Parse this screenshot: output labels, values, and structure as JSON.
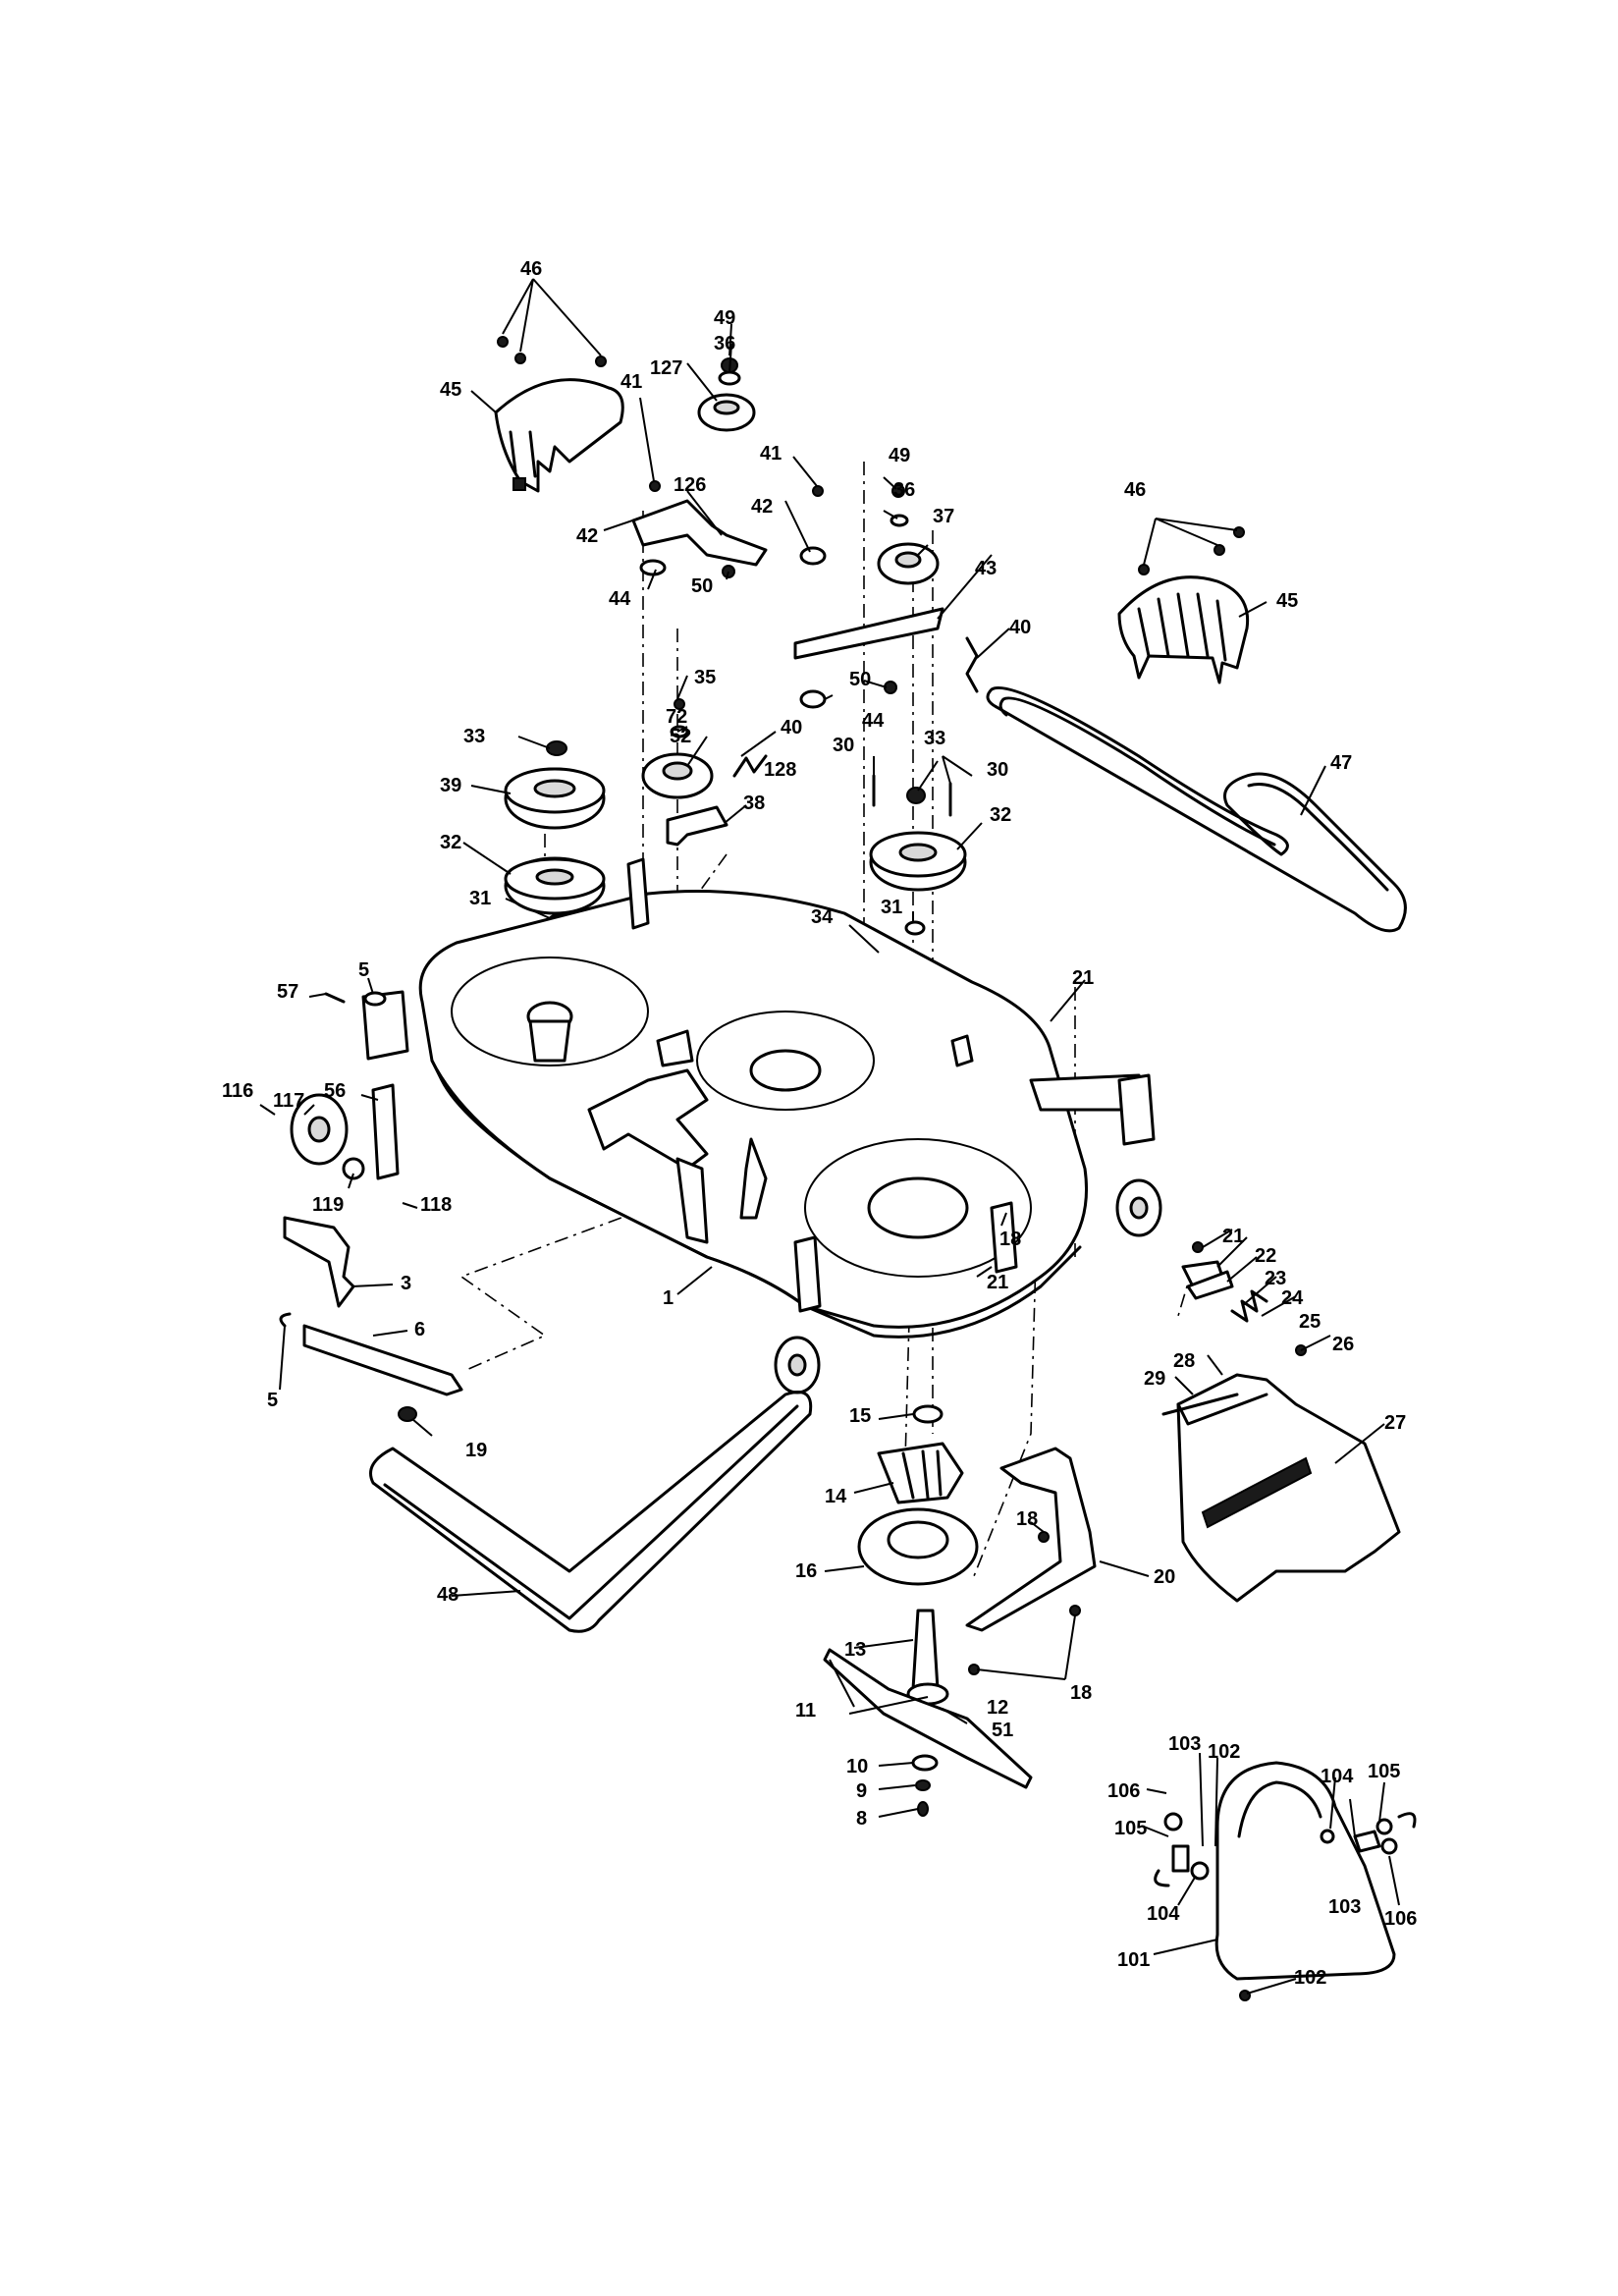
{
  "diagram": {
    "labels": {
      "l1": "1",
      "l3": "3",
      "l5a": "5",
      "l5b": "5",
      "l6": "6",
      "l8": "8",
      "l9": "9",
      "l10": "10",
      "l11": "11",
      "l12": "12",
      "l13": "13",
      "l14": "14",
      "l15": "15",
      "l16": "16",
      "l18a": "18",
      "l18b": "18",
      "l18c": "18",
      "l19": "19",
      "l20": "20",
      "l21a": "21",
      "l21b": "21",
      "l21c": "21",
      "l22": "22",
      "l23": "23",
      "l24": "24",
      "l25": "25",
      "l26": "26",
      "l27": "27",
      "l28": "28",
      "l29": "29",
      "l30a": "30",
      "l30b": "30",
      "l31a": "31",
      "l31b": "31",
      "l32a": "32",
      "l32b": "32",
      "l33a": "33",
      "l33b": "33",
      "l34": "34",
      "l35": "35",
      "l36a": "36",
      "l36b": "36",
      "l37": "37",
      "l38": "38",
      "l39": "39",
      "l40a": "40",
      "l40b": "40",
      "l41a": "41",
      "l41b": "41",
      "l42a": "42",
      "l42b": "42",
      "l43": "43",
      "l44a": "44",
      "l44b": "44",
      "l45a": "45",
      "l45b": "45",
      "l46a": "46",
      "l46b": "46",
      "l47": "47",
      "l48": "48",
      "l49a": "49",
      "l49b": "49",
      "l50a": "50",
      "l50b": "50",
      "l51": "51",
      "l52": "52",
      "l56": "56",
      "l57": "57",
      "l72": "72",
      "l101": "101",
      "l102a": "102",
      "l102b": "102",
      "l103a": "103",
      "l103b": "103",
      "l104a": "104",
      "l104b": "104",
      "l105a": "105",
      "l105b": "105",
      "l106a": "106",
      "l106b": "106",
      "l116": "116",
      "l117": "117",
      "l118": "118",
      "l119": "119",
      "l126": "126",
      "l127": "127",
      "l128": "128"
    }
  }
}
